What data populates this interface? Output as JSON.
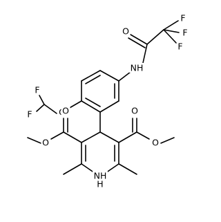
{
  "structure": {
    "atoms": {
      "f1": "F",
      "f2": "F",
      "f3": "F",
      "o_amide": "O",
      "nh_amide": "NH",
      "f4": "F",
      "f5": "F",
      "o_ether": "O",
      "o_ester_left_co": "O",
      "o_ester_left_ome": "O",
      "o_ester_right_co": "O",
      "o_ester_right_ome": "O",
      "nh_ring": "NH",
      "h_ring": "H"
    }
  }
}
